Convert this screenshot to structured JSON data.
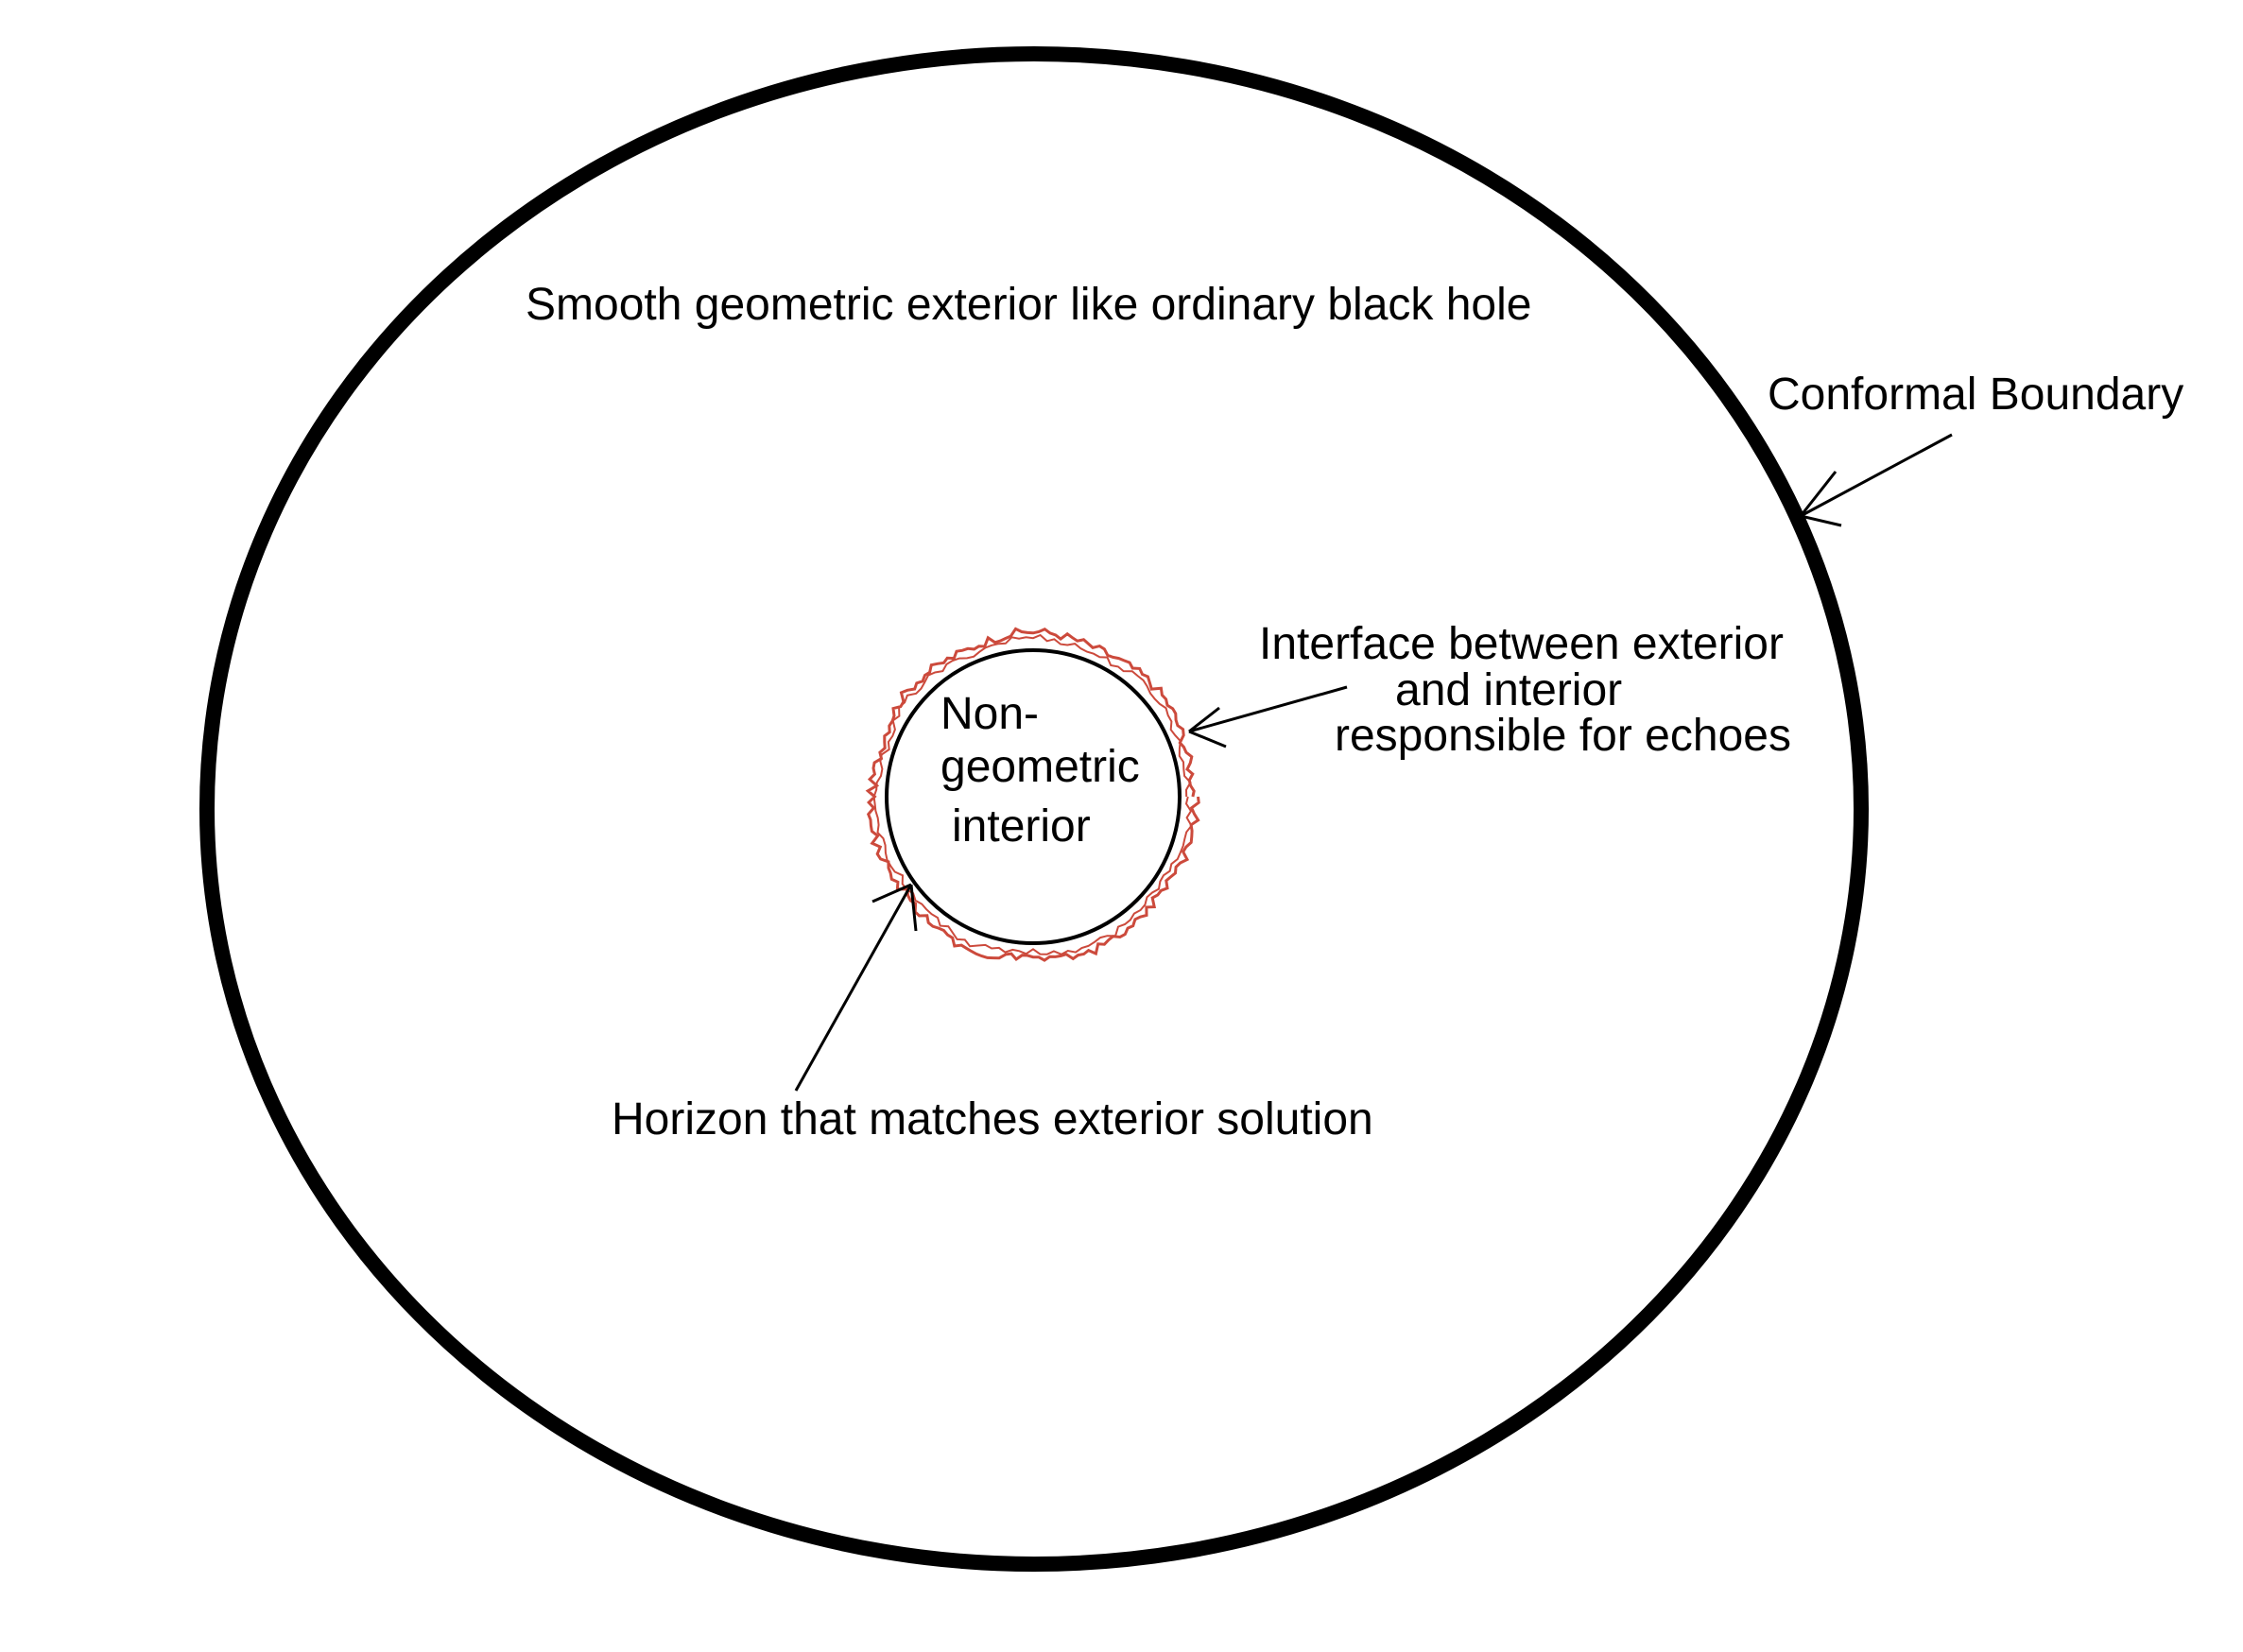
{
  "diagram": {
    "labels": {
      "exterior": "Smooth geometric exterior like ordinary black hole",
      "boundary": "Conformal Boundary",
      "interface_line1": "Interface between exterior",
      "interface_line2": "and interior",
      "interface_line3": "responsible for echoes",
      "interior_line1": "Non-",
      "interior_line2": "geometric",
      "interior_line3": "interior",
      "horizon": "Horizon that matches exterior solution"
    },
    "colors": {
      "outline": "#000000",
      "interface": "#cc4a3c",
      "background": "#ffffff"
    }
  }
}
